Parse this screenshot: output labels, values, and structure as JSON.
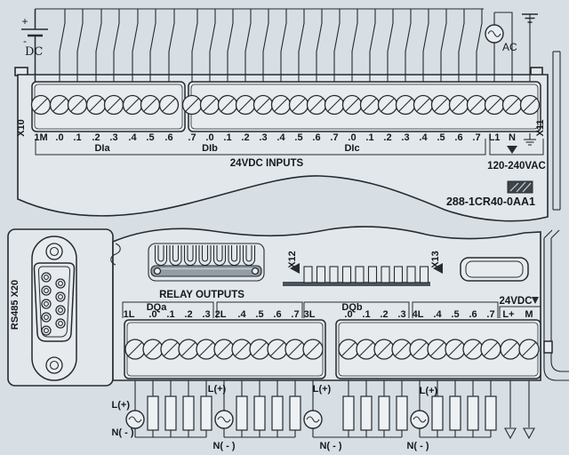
{
  "top_module": {
    "connector_left_label": "X10",
    "connector_right_label": "X11",
    "dc_source": {
      "plus": "+",
      "minus": "-",
      "label": "DC"
    },
    "ac_source": {
      "label": "AC"
    },
    "terminals_left": [
      "1M",
      ".0",
      ".1",
      ".2",
      ".3",
      ".4",
      ".5",
      ".6"
    ],
    "terminals_right": [
      ".7",
      ".0",
      ".1",
      ".2",
      ".3",
      ".4",
      ".5",
      ".6",
      ".7",
      ".0",
      ".1",
      ".2",
      ".3",
      ".4",
      ".5",
      ".6",
      ".7"
    ],
    "group_labels": [
      "DIa",
      "DIb",
      "DIc"
    ],
    "inputs_caption": "24VDC INPUTS",
    "mains": {
      "l1": "L1",
      "n": "N",
      "caption": "120-240VAC"
    },
    "part_number": "288-1CR40-0AA1"
  },
  "bottom_module": {
    "rs485_label": "RS485 X20",
    "x12_label": "X12",
    "x13_label": "X13",
    "relay_caption": "RELAY OUTPUTS",
    "output_groups": [
      {
        "group_label": "DQa",
        "terminals": [
          "1L",
          ".0",
          ".1",
          ".2",
          ".3"
        ]
      },
      {
        "group_label": "",
        "terminals": [
          "2L",
          ".4",
          ".5",
          ".6",
          ".7"
        ]
      },
      {
        "group_label": "DQb",
        "terminals": [
          "3L",
          ".0",
          ".1",
          ".2",
          ".3"
        ]
      },
      {
        "group_label": "",
        "terminals": [
          "4L",
          ".4",
          ".5",
          ".6",
          ".7"
        ]
      }
    ],
    "sensor_power": {
      "caption": "24VDC",
      "terminals": [
        "L+",
        "M"
      ]
    },
    "wiring_labels": {
      "live": "L(+)",
      "neutral": "N( - )"
    }
  }
}
